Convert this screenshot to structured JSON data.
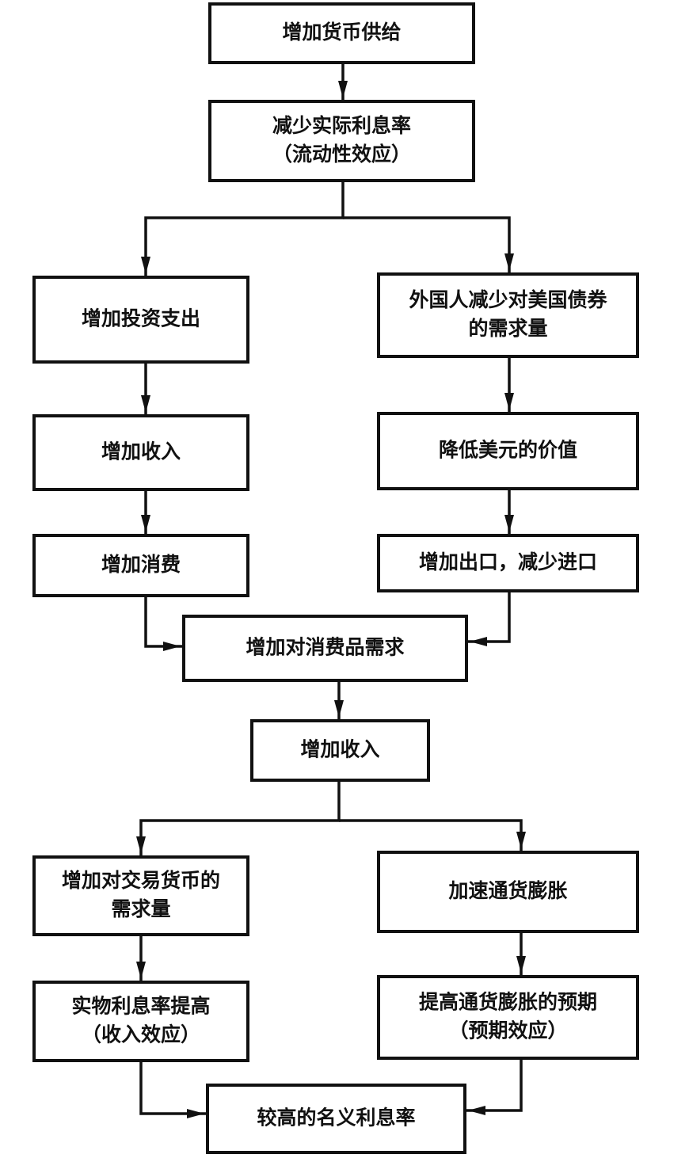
{
  "diagram": {
    "type": "flowchart",
    "colors": {
      "line": "#111111",
      "box_fill": "#ffffff",
      "text": "#111111"
    },
    "nodes": [
      {
        "id": "n1",
        "lines": [
          "增加货币供给"
        ]
      },
      {
        "id": "n2",
        "lines": [
          "减少实际利息率",
          "（流动性效应）"
        ]
      },
      {
        "id": "n3",
        "lines": [
          "增加投资支出"
        ]
      },
      {
        "id": "n4",
        "lines": [
          "外国人减少对美国债券",
          "的需求量"
        ]
      },
      {
        "id": "n5",
        "lines": [
          "增加收入"
        ]
      },
      {
        "id": "n6",
        "lines": [
          "降低美元的价值"
        ]
      },
      {
        "id": "n7",
        "lines": [
          "增加消费"
        ]
      },
      {
        "id": "n8",
        "lines": [
          "增加出口，减少进口"
        ]
      },
      {
        "id": "n9",
        "lines": [
          "增加对消费品需求"
        ]
      },
      {
        "id": "n10",
        "lines": [
          "增加收入"
        ]
      },
      {
        "id": "n11",
        "lines": [
          "增加对交易货币的",
          "需求量"
        ]
      },
      {
        "id": "n12",
        "lines": [
          "加速通货膨胀"
        ]
      },
      {
        "id": "n13",
        "lines": [
          "实物利息率提高",
          "（收入效应）"
        ]
      },
      {
        "id": "n14",
        "lines": [
          "提高通货膨胀的预期",
          "（预期效应）"
        ]
      },
      {
        "id": "n15",
        "lines": [
          "较高的名义利息率"
        ]
      }
    ],
    "edges": [
      {
        "from": "n1",
        "to": "n2"
      },
      {
        "from": "n2",
        "to": "n3"
      },
      {
        "from": "n2",
        "to": "n4"
      },
      {
        "from": "n3",
        "to": "n5"
      },
      {
        "from": "n5",
        "to": "n7"
      },
      {
        "from": "n4",
        "to": "n6"
      },
      {
        "from": "n6",
        "to": "n8"
      },
      {
        "from": "n7",
        "to": "n9"
      },
      {
        "from": "n8",
        "to": "n9"
      },
      {
        "from": "n9",
        "to": "n10"
      },
      {
        "from": "n10",
        "to": "n11"
      },
      {
        "from": "n10",
        "to": "n12"
      },
      {
        "from": "n11",
        "to": "n13"
      },
      {
        "from": "n12",
        "to": "n14"
      },
      {
        "from": "n13",
        "to": "n15"
      },
      {
        "from": "n14",
        "to": "n15"
      }
    ]
  }
}
